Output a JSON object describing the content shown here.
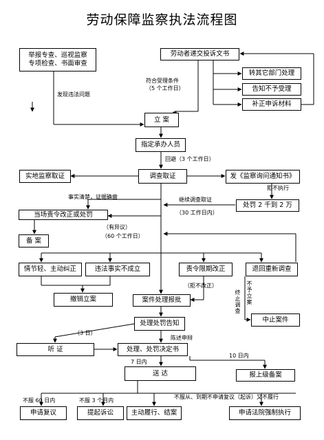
{
  "title": "劳动保障监察执法流程图",
  "nodes": {
    "report_sources": "举报专查、巡视监察\n专项检查、书面审查",
    "complaint_docs": "劳动者递交投诉文书",
    "transfer_dept": "转其它部门处理",
    "notify_not_accepted": "告知不予受理",
    "supplement_materials": "补正申诉材料",
    "case_filing": "立    案",
    "assign_handler": "指定承办人员",
    "onsite_inspection": "实地监察取证",
    "investigation": "调查取证",
    "inquiry_notice": "发《监察询问通知书》",
    "fine": "处罚 2 千到 2 万",
    "order_correction": "当场责令改正或处罚",
    "record": "备    案",
    "minor_corrected": "情节轻、主动纠正",
    "violation_not_established": "违法事实不成立",
    "order_deadline": "责令限期改正",
    "return_reinvestigate": "退回重新调查",
    "revoke_case": "撤销立案",
    "case_report": "案件处理报批",
    "suspend_case": "中止案件",
    "penalty_notice": "处理处罚告知",
    "hearing": "听    证",
    "penalty_decision": "处理、处罚决定书",
    "delivery": "送    达",
    "report_superior": "报上级备案",
    "apply_review": "申请复议",
    "file_lawsuit": "提起诉讼",
    "voluntary_comply": "主动履行、结案",
    "enforcement": "申请法院强制执行"
  },
  "labels": {
    "found_violation": "发现违法问题",
    "acceptance_conditions": "符合受理条件",
    "five_days": "（5 个工作日）",
    "three_days": "回避（3 个工作日）",
    "refuse_execute": "拒不执行",
    "facts_clear": "事实清楚，证据确凿",
    "continue_investigate": "继续调查取证",
    "thirty_days": "（30 工作日内）",
    "objection": "（有异议）",
    "sixty_days": "（60 个工作日）",
    "refuse_correct": "（拒不改正）",
    "terminate_vertical": "终止调查",
    "terminate_vertical2": "不予立案",
    "three_day_limit": "（3 日）",
    "statement_defense": "陈述申辩",
    "seven_days": "7 日内",
    "ten_days": "10 日内",
    "sixty_day_limit": "不服 60 日内",
    "three_month_limit": "不服 3 个月内",
    "no_review_no_comply": "不服从、到期不申请复议（起诉）又不履行"
  }
}
